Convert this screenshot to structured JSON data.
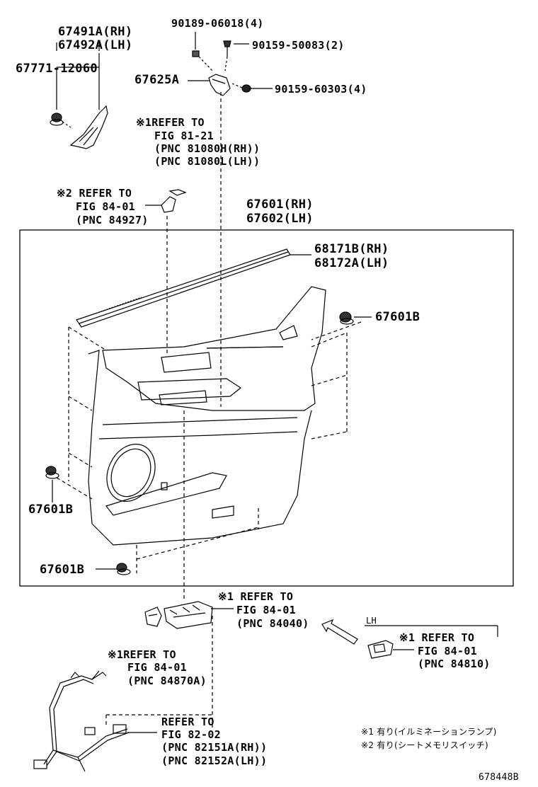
{
  "labels": {
    "p67491a": "67491A(RH)",
    "p67492a": "67492A(LH)",
    "p67771": "67771-12060",
    "p90189": "90189-06018(4)",
    "p90159_50083": "90159-50083(2)",
    "p67625a": "67625A",
    "p90159_60303": "90159-60303(4)",
    "ref_fig81_line1": "※1REFER TO",
    "ref_fig81_line2": "FIG 81-21",
    "ref_fig81_line3": "(PNC 81080H(RH))",
    "ref_fig81_line4": "(PNC 81080L(LH))",
    "ref_84927_line1": "※2 REFER TO",
    "ref_84927_line2": "FIG 84-01",
    "ref_84927_line3": "(PNC 84927)",
    "p67601": "67601(RH)",
    "p67602": "67602(LH)",
    "p68171b": "68171B(RH)",
    "p68172a": "68172A(LH)",
    "p67601b_right": "67601B",
    "p67601b_left": "67601B",
    "p67601b_bottom": "67601B",
    "ref_84040_line1": "※1 REFER TO",
    "ref_84040_line2": "FIG 84-01",
    "ref_84040_line3": "(PNC 84040)",
    "lh_tag": "LH",
    "ref_84810_line1": "※1 REFER TO",
    "ref_84810_line2": "FIG 84-01",
    "ref_84810_line3": "(PNC 84810)",
    "ref_84870a_line1": "※1REFER TO",
    "ref_84870a_line2": "FIG 84-01",
    "ref_84870a_line3": "(PNC 84870A)",
    "ref_82151_line1": "REFER TO",
    "ref_82151_line2": "FIG 82-02",
    "ref_82151_line3": "(PNC 82151A(RH))",
    "ref_82151_line4": "(PNC 82152A(LH))",
    "note1": "※1 有り(イルミネーションランプ)",
    "note2": "※2 有り(シートメモリスイッチ)",
    "figure_id": "678448B"
  }
}
